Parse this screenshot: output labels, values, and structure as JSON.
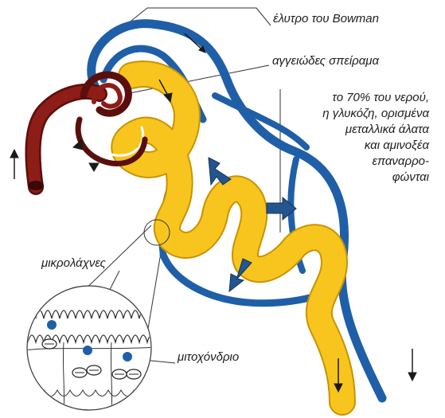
{
  "labels": {
    "bowman": "έλυτρο του Bowman",
    "glomerulus": "αγγειώδες σπείραμα",
    "reabsorption": [
      "το 70% του νερού,",
      "η γλυκόζη, ορισμένα",
      "μεταλλικά άλατα",
      "και αμινοξέα",
      "επαναρρο-",
      "φώνται"
    ],
    "microvilli": "μικρολάχνες",
    "mitochondrion": "μιτοχόνδριο"
  },
  "colors": {
    "tubule": "#f7c51e",
    "tubule_dark": "#e2a800",
    "capillary": "#1f5fa8",
    "capillary_light": "#3a7cc4",
    "arteriole": "#8e1c17",
    "arrow": "#1a1a1a",
    "reabsorption_arrow": "#24558e"
  }
}
